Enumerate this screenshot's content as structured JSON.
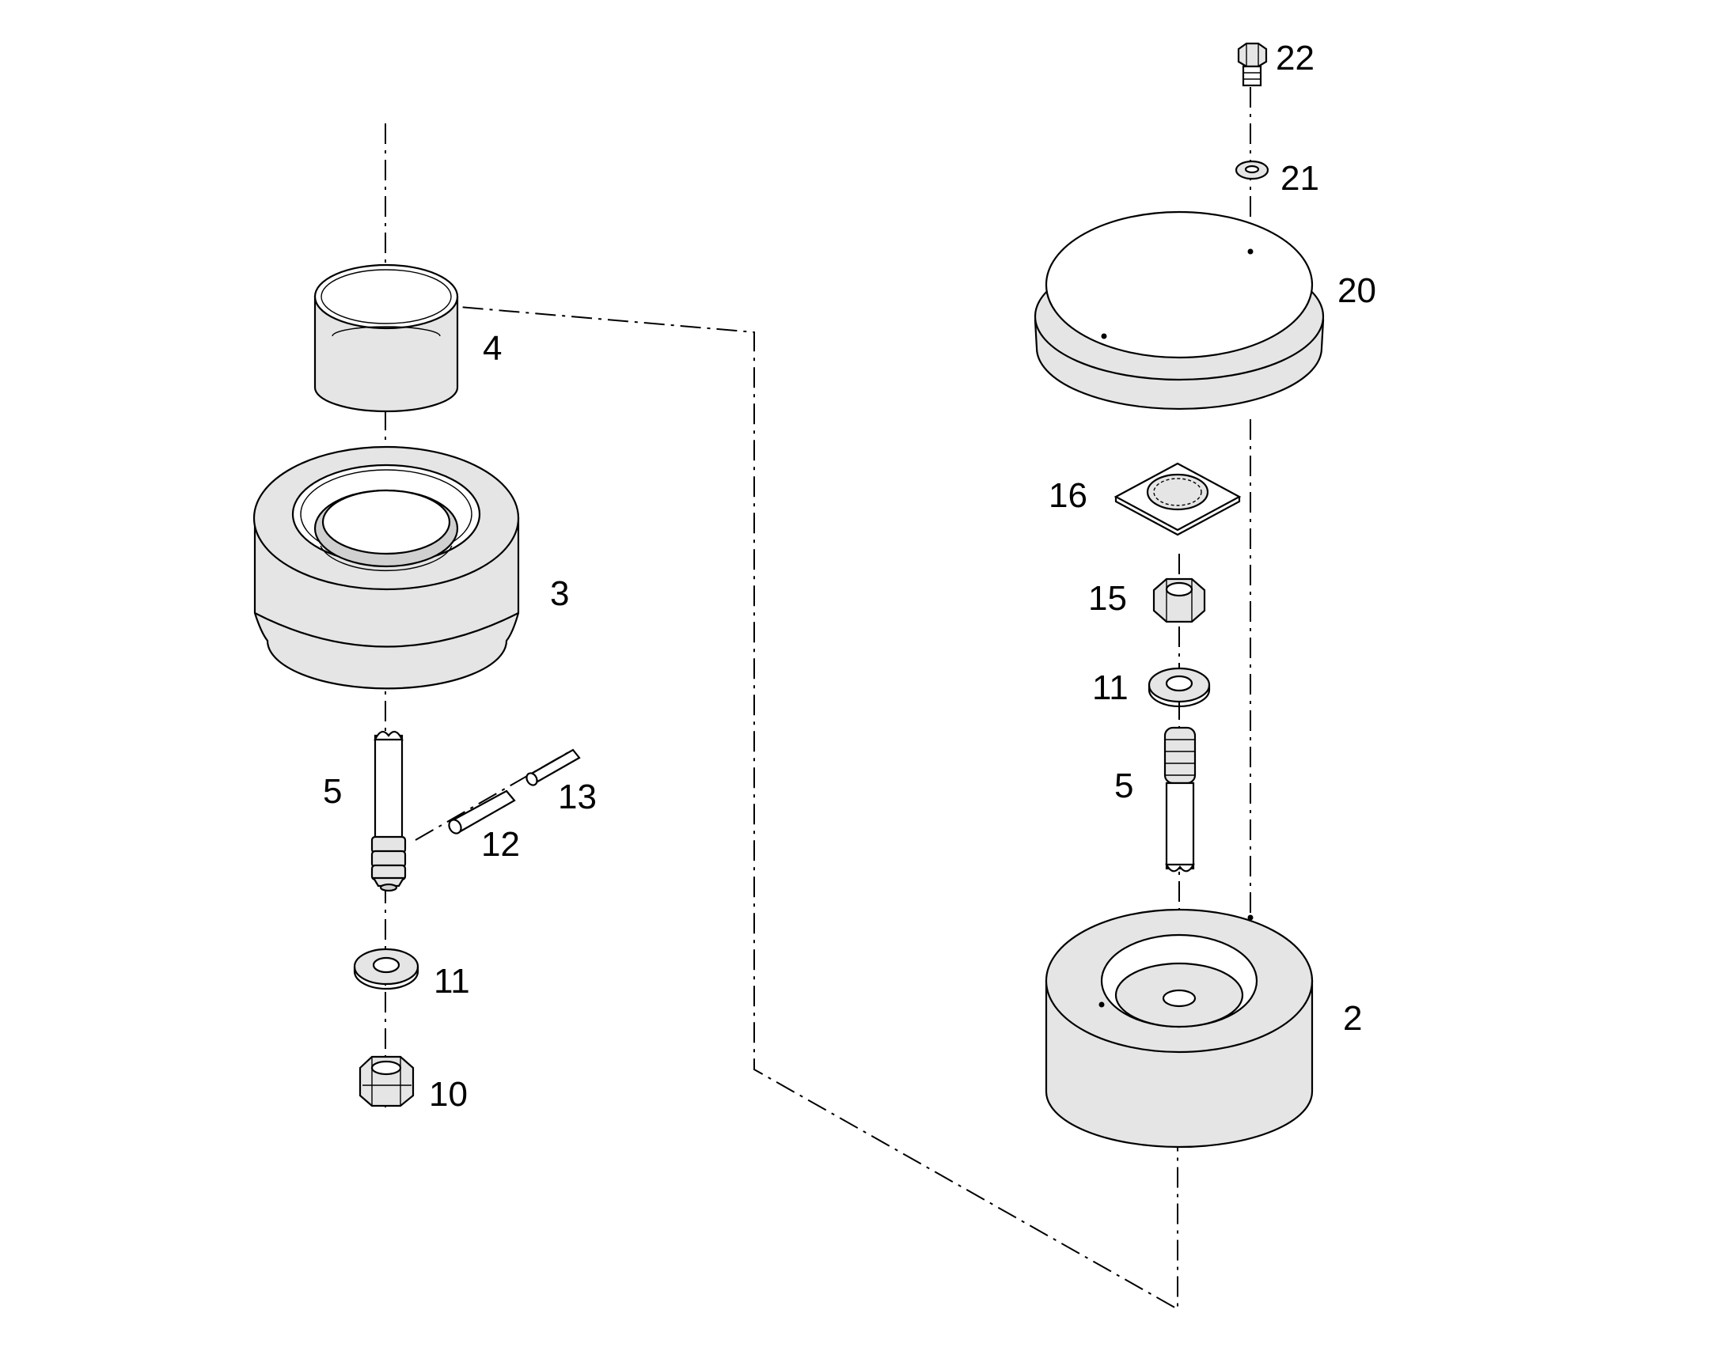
{
  "callouts": {
    "c2": "2",
    "c3": "3",
    "c4": "4",
    "c5_left": "5",
    "c5_right": "5",
    "c10": "10",
    "c11_left": "11",
    "c11_right": "11",
    "c12": "12",
    "c13": "13",
    "c15": "15",
    "c16": "16",
    "c20": "20",
    "c21": "21",
    "c22": "22"
  },
  "colors": {
    "line": "#000000",
    "part_fill": "#e5e5e5",
    "background": "#ffffff"
  }
}
